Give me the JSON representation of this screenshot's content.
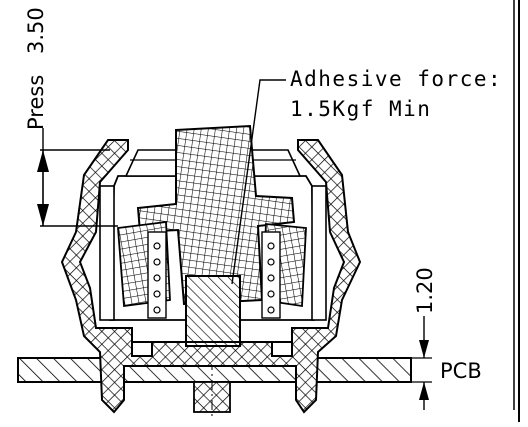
{
  "annotations": {
    "adhesive_line1": "Adhesive force:",
    "adhesive_line2": "1.5Kgf Min",
    "press_label": "Press",
    "press_value": "3.50",
    "height_value": "1.20",
    "pcb_label": "PCB"
  }
}
